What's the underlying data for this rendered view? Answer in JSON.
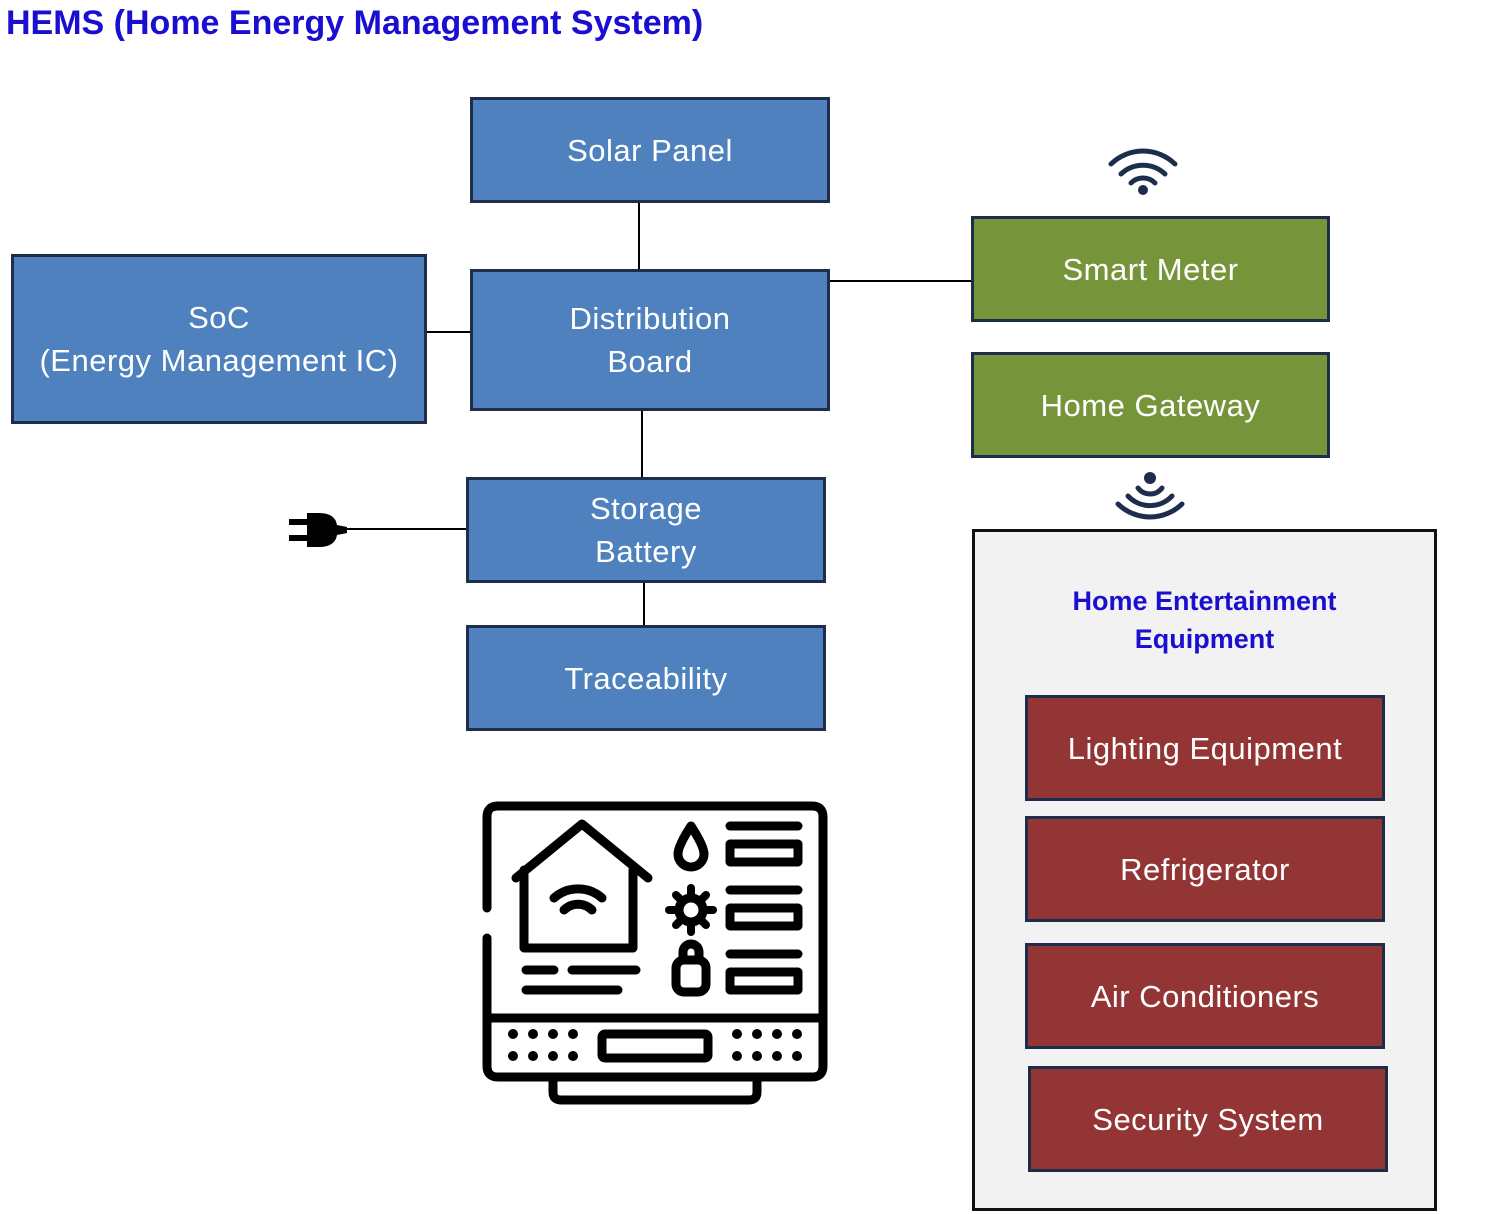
{
  "title": "HEMS (Home Energy Management System)",
  "nodes": {
    "solar_panel": "Solar Panel",
    "soc_line1": "SoC",
    "soc_line2": "(Energy Management IC)",
    "distribution_line1": "Distribution",
    "distribution_line2": "Board",
    "storage_line1": "Storage",
    "storage_line2": "Battery",
    "traceability": "Traceability",
    "smart_meter": "Smart Meter",
    "home_gateway": "Home Gateway"
  },
  "entertainment": {
    "title_line1": "Home Entertainment",
    "title_line2": "Equipment",
    "items": [
      "Lighting Equipment",
      "Refrigerator",
      "Air Conditioners",
      "Security System"
    ]
  },
  "colors": {
    "title": "#1a0fd0",
    "blue_box": "#4e81bd",
    "green_box": "#76953b",
    "red_box": "#943535"
  },
  "icons": [
    "wifi-icon",
    "signal-icon",
    "power-plug-icon",
    "smart-home-panel-icon"
  ]
}
